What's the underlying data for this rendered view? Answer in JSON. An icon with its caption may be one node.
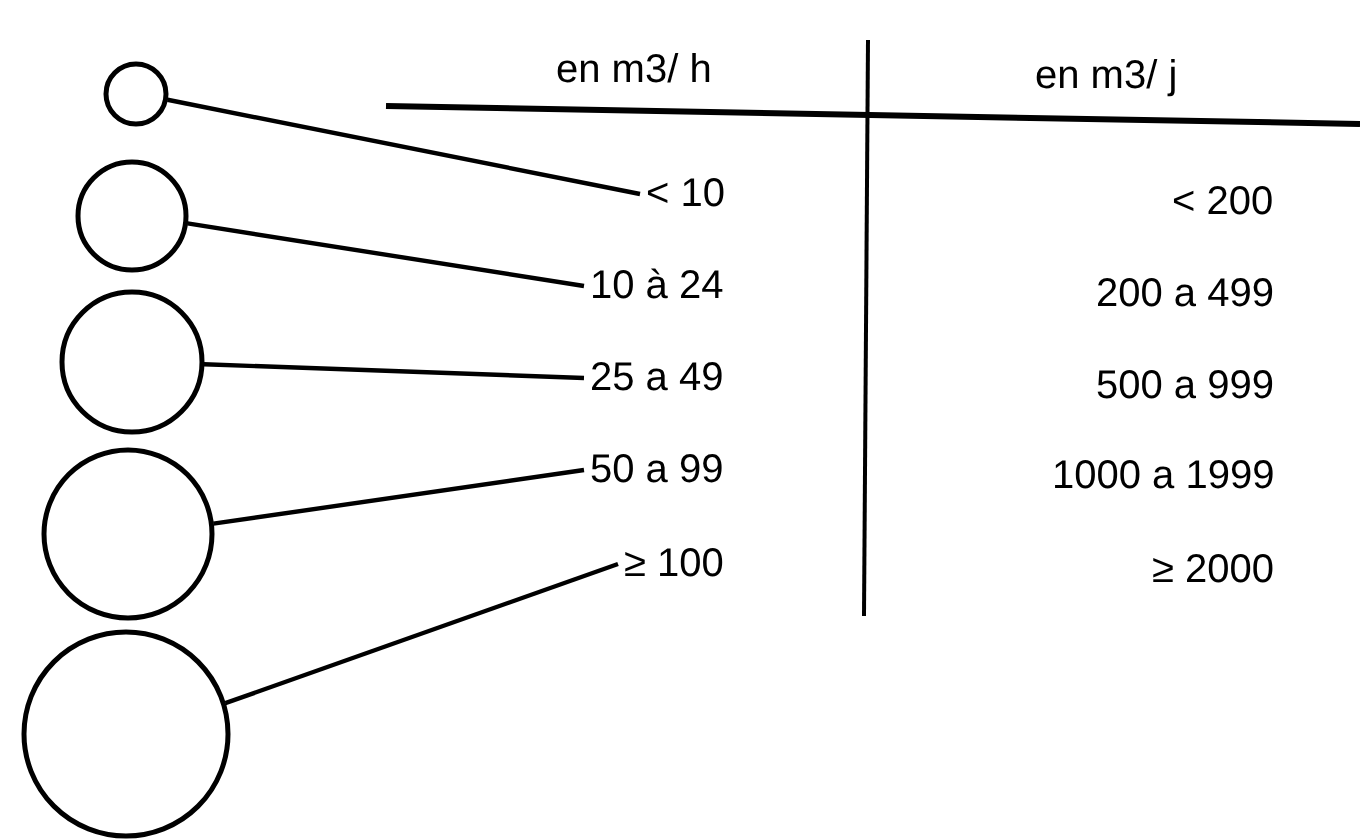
{
  "diagram": {
    "nodes": [
      {
        "text": [],
        "shape": "circle"
      },
      {
        "text": [],
        "shape": "circle"
      },
      {
        "text": [],
        "shape": "circle"
      },
      {
        "text": [],
        "shape": "circle"
      },
      {
        "text": [],
        "shape": "circle"
      },
      {
        "text": [
          "< 10"
        ]
      },
      {
        "text": [
          "10 à 24"
        ]
      },
      {
        "text": [
          "25 a 49"
        ]
      },
      {
        "text": [
          "50 a 99"
        ]
      },
      {
        "text": [
          "≥ 100"
        ]
      }
    ],
    "edges": [
      {
        "from": 0,
        "to": 5,
        "arrow": "none"
      },
      {
        "from": 1,
        "to": 6,
        "arrow": "none"
      },
      {
        "from": 2,
        "to": 7,
        "arrow": "none"
      },
      {
        "from": 3,
        "to": 8,
        "arrow": "none"
      },
      {
        "from": 4,
        "to": 9,
        "arrow": "none"
      }
    ],
    "labels": [
      "en m3/ h",
      "en m3/ j",
      "< 200",
      "200 a 499",
      "500 a 999",
      "1000 a 1999",
      "≥ 2000"
    ]
  }
}
